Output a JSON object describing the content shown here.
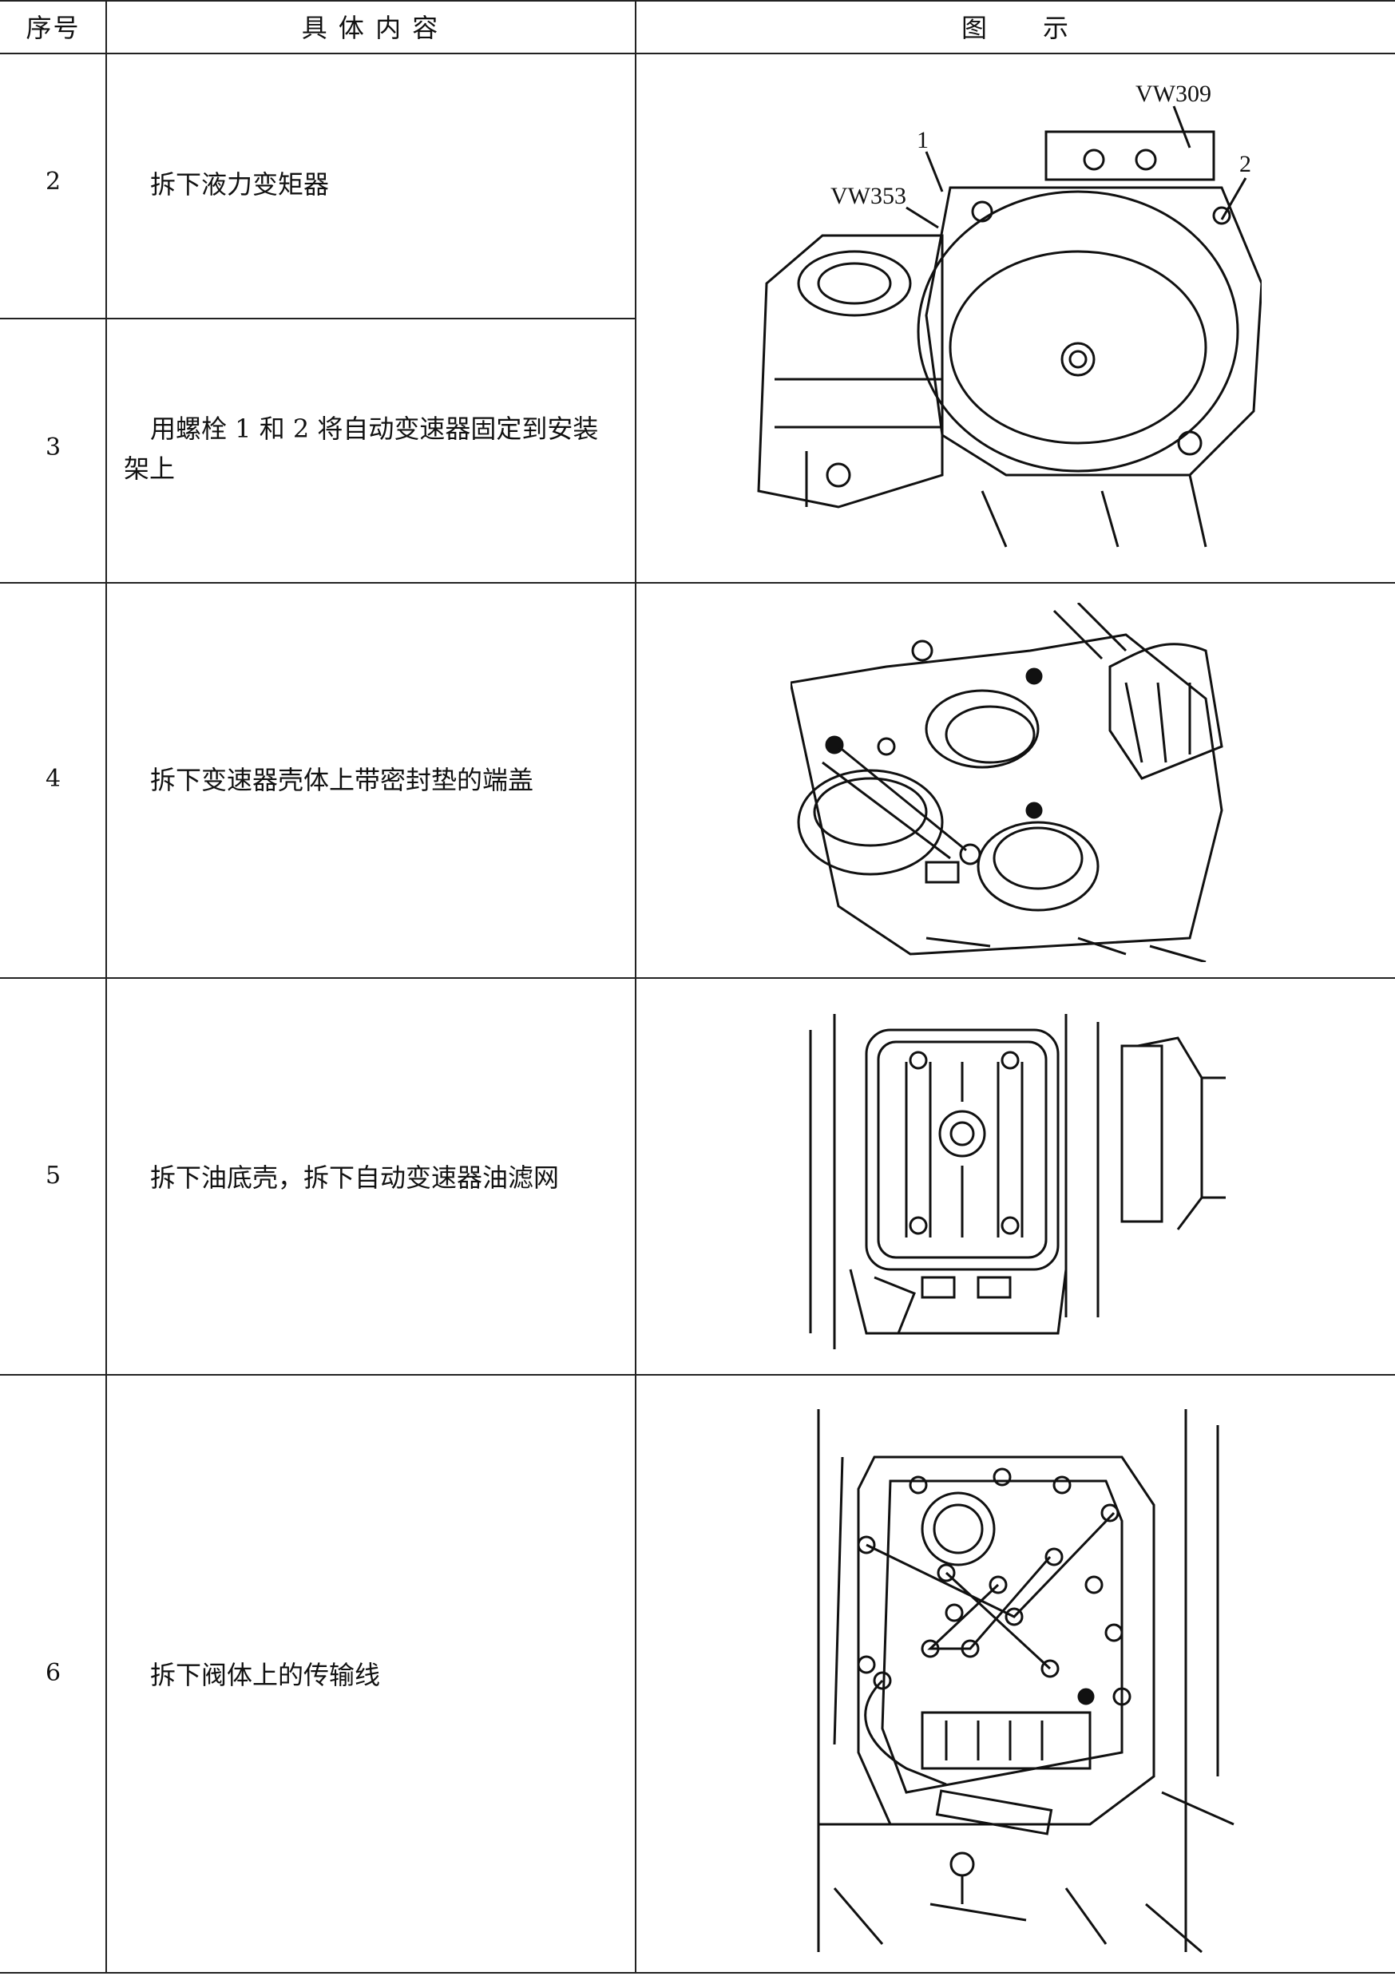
{
  "header": {
    "col1": "序号",
    "col2": "具 体 内 容",
    "col3": "图　　示"
  },
  "rows": [
    {
      "num": "2",
      "content": "拆下液力变矩器"
    },
    {
      "num": "3",
      "content": "用螺栓 1 和 2 将自动变速器固定到安装架上"
    },
    {
      "num": "4",
      "content": "拆下变速器壳体上带密封垫的端盖"
    },
    {
      "num": "5",
      "content": "拆下油底壳，拆下自动变速器油滤网"
    },
    {
      "num": "6",
      "content": "拆下阀体上的传输线"
    }
  ],
  "figures": {
    "fig1": {
      "labels": [
        "VW309",
        "1",
        "2",
        "VW353"
      ]
    }
  }
}
